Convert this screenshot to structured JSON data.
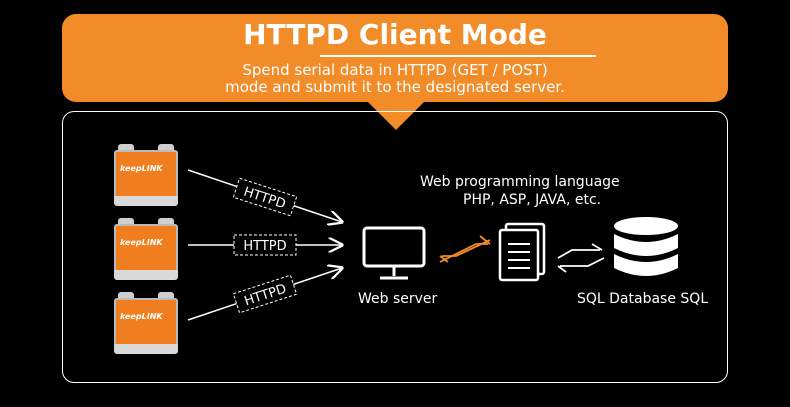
{
  "header": {
    "title": "HTTPD Client Mode",
    "subtitle_line1": "Spend serial data in HTTPD (GET / POST)",
    "subtitle_line2": "mode and submit it to the designated server."
  },
  "devices": [
    {
      "brand": "keepLINK"
    },
    {
      "brand": "keepLINK"
    },
    {
      "brand": "keepLINK"
    }
  ],
  "links": [
    {
      "label": "HTTPD"
    },
    {
      "label": "HTTPD"
    },
    {
      "label": "HTTPD"
    }
  ],
  "web_server": {
    "label": "Web server"
  },
  "programming": {
    "line1": "Web programming language",
    "line2": "PHP, ASP, JAVA, etc."
  },
  "database": {
    "label": "SQL  Database SQL"
  },
  "colors": {
    "accent": "#f28c28",
    "background": "#000000",
    "line": "#ffffff"
  }
}
